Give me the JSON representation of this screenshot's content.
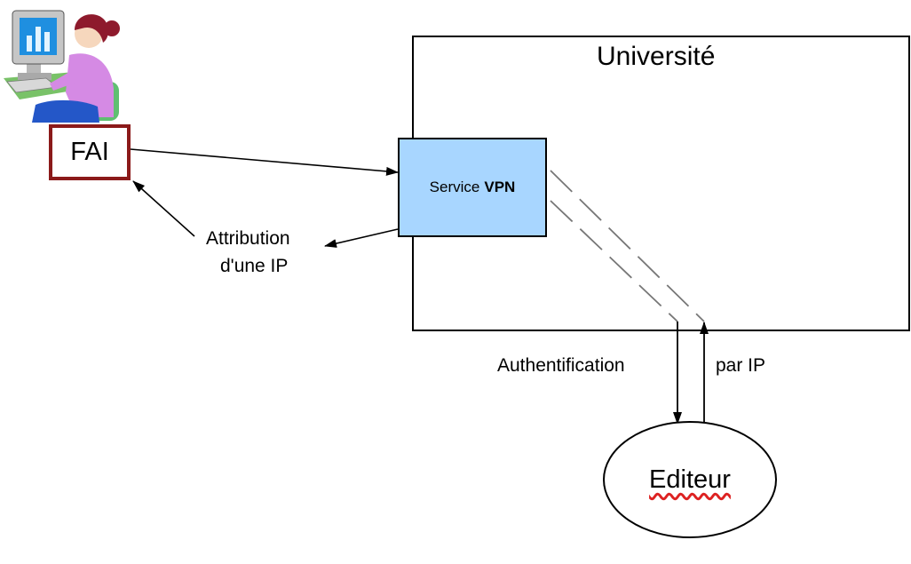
{
  "diagram": {
    "university": {
      "title": "Université"
    },
    "vpn": {
      "label_prefix": "Service",
      "label_bold": "VPN",
      "fill": "#a8d6ff"
    },
    "fai": {
      "label": "FAI",
      "border_color": "#8b1a1a"
    },
    "attribution": {
      "line1": "Attribution",
      "line2": "d'une IP"
    },
    "auth": {
      "left_label": "Authentification",
      "right_label": "par IP"
    },
    "editeur": {
      "label": "Editeur"
    },
    "icons": {
      "user": "user-at-computer-icon"
    }
  }
}
